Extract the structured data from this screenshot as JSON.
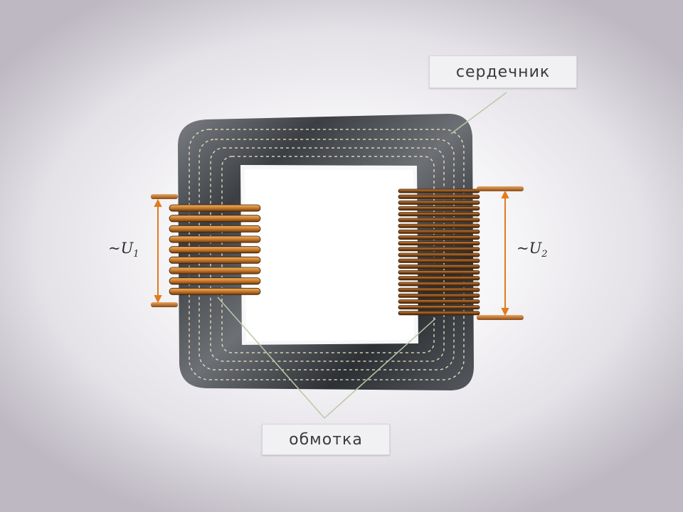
{
  "labels": {
    "core": "сердечник",
    "winding": "обмотка"
  },
  "voltages": {
    "primary": {
      "prefix": "~U",
      "index": "1"
    },
    "secondary": {
      "prefix": "~U",
      "index": "2"
    }
  },
  "colors": {
    "core": "#3a3d42",
    "copper": "#c97b2b",
    "arrow": "#e07c1e",
    "leader": "#b8c9a8",
    "flux_path": "#f2e6c8"
  },
  "components": {
    "primary_coil_turns": 9,
    "secondary_coil_turns": 22
  }
}
